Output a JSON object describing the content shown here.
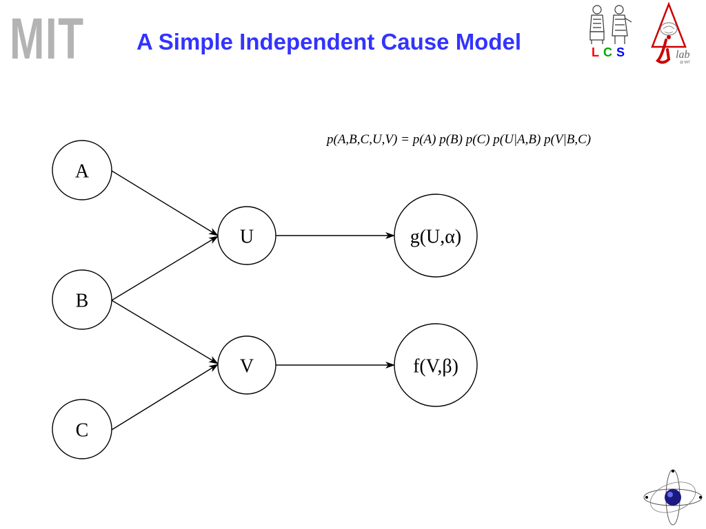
{
  "header": {
    "logo_text": "MIT",
    "title": "A Simple Independent Cause Model",
    "lcs": {
      "l": "L",
      "c": "C",
      "s": "S"
    },
    "ilab_text": "lab",
    "ilab_sub": "@ MIT"
  },
  "equation": "p(A,B,C,U,V) = p(A) p(B) p(C) p(U|A,B) p(V|B,C)",
  "diagram": {
    "nodes": {
      "a": "A",
      "b": "B",
      "c": "C",
      "u": "U",
      "v": "V",
      "g": "g(U,α)",
      "f": "f(V,β)"
    },
    "edges": [
      [
        "A",
        "U"
      ],
      [
        "B",
        "U"
      ],
      [
        "B",
        "V"
      ],
      [
        "C",
        "V"
      ],
      [
        "U",
        "g(U,α)"
      ],
      [
        "V",
        "f(V,β)"
      ]
    ]
  },
  "colors": {
    "title": "#3333ff",
    "mit_logo": "#b3b3b3",
    "lcs_l": "#ff0000",
    "lcs_c": "#00aa00",
    "lcs_s": "#0000ff",
    "ilab_accent": "#cc0000"
  }
}
